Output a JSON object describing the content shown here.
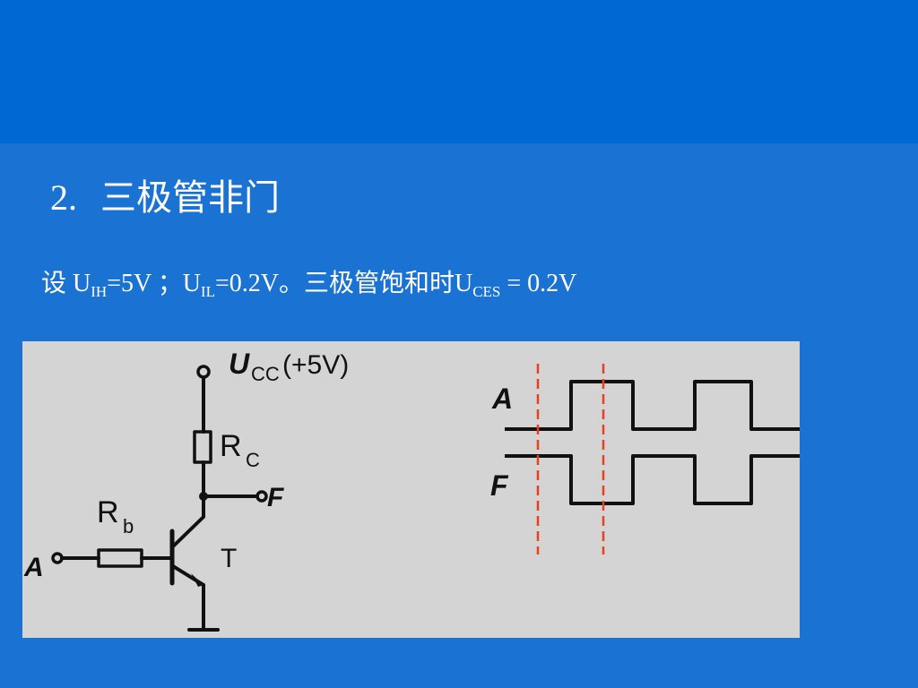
{
  "slide": {
    "title_number": "2.",
    "title_text": "三极管非门",
    "condition": {
      "prefix": "设 U",
      "uih_sub": "IH",
      "uih_value": "=5V ；U",
      "uil_sub": "IL",
      "uil_value": "=0.2V。三极管饱和时U",
      "uces_sub": "CES",
      "uces_value": " = 0.2V"
    }
  },
  "circuit": {
    "supply_label": "U",
    "supply_sub": "CC",
    "supply_value": "(+5V)",
    "rc_label": "R",
    "rc_sub": "C",
    "rb_label": "R",
    "rb_sub": "b",
    "transistor_label": "T",
    "input_label": "A",
    "output_label": "F"
  },
  "waveform": {
    "input_label": "A",
    "output_label": "F",
    "input_levels": [
      0,
      1,
      0,
      1,
      0
    ],
    "output_levels": [
      1,
      0,
      1,
      0,
      1
    ]
  },
  "colors": {
    "top_band": "#0068d2",
    "background": "#1a72d2",
    "panel": "#d4d4d4",
    "marker": "#e8401c"
  }
}
